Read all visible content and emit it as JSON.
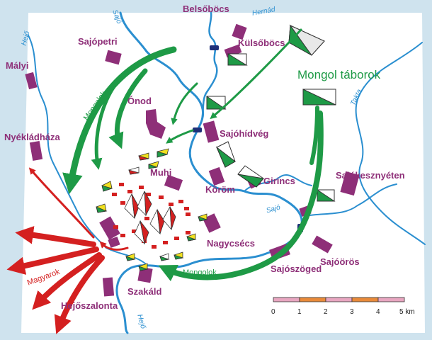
{
  "towns": {
    "belsobocs": "Belsőböcs",
    "kulsobocs": "Külsőböcs",
    "sajopetri": "Sajópetri",
    "malyi": "Mályi",
    "onod": "Ónod",
    "sajohidveg": "Sajóhídvég",
    "nyekladhaza": "Nyékládháza",
    "muhi": "Muhi",
    "korom": "Köröm",
    "girincs": "Girincs",
    "sajokeszi": "Sajókesznyéten",
    "nagycsecs": "Nagycsécs",
    "sajooros": "Sajóörös",
    "sajoszoged": "Sajószöged",
    "szakald": "Szakáld",
    "hejoszalonta": "Hejőszalonta"
  },
  "rivers": {
    "sajo_top": "Sajó",
    "hernad": "Hernád",
    "hejo_top": "Hejő",
    "takta": "Takta",
    "sajo_mid": "Sajó",
    "hejo_bottom": "Hejő"
  },
  "labels": {
    "mongol_camp": "Mongol táborok",
    "mongolok_north": "Mongolok",
    "mongolok_south": "Mongolok",
    "magyarok": "Magyarok"
  },
  "scale": {
    "ticks": [
      "0",
      "1",
      "2",
      "3",
      "4",
      "5 km"
    ]
  },
  "colors": {
    "background": "#cfe3ee",
    "land": "#ffffff",
    "river": "#2b8fd0",
    "mongol_arrow": "#1e9a46",
    "hungarian_arrow": "#d42020",
    "town": "#8e2f78",
    "wagon_red": "#d42020",
    "flag_yellow": "#f0e020",
    "scale_pink": "#e8a6c0",
    "scale_orange": "#e98a3a"
  }
}
